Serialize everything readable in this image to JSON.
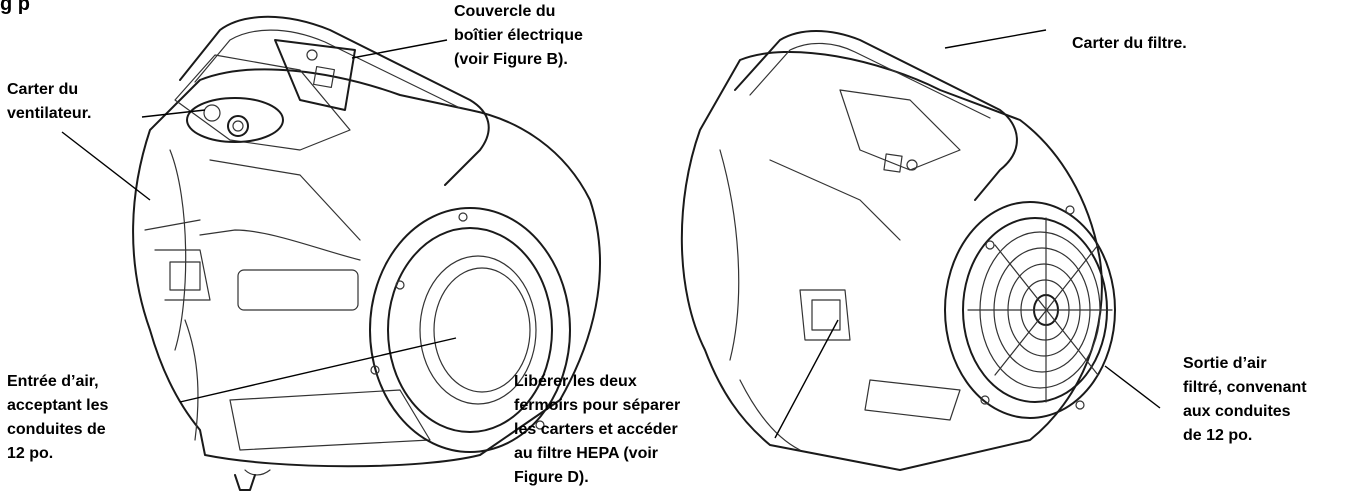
{
  "figure": {
    "heading": "g                                    p",
    "labels": {
      "electrical_cover": [
        "Couvercle du",
        "boîtier électrique",
        "(voir Figure B)."
      ],
      "fan_housing": [
        "Carter du",
        "ventilateur."
      ],
      "air_inlet": [
        "Entrée d’air,",
        "acceptant les",
        "conduites de",
        "12 po."
      ],
      "release_latches": [
        "Libérer les deux",
        "fermoirs pour séparer",
        "les carters et accéder",
        "au filtre HEPA (voir",
        "Figure D)."
      ],
      "filter_housing": [
        "Carter du filtre."
      ],
      "filtered_outlet": [
        "Sortie d’air",
        "filtré, convenant",
        "aux conduites",
        "de 12 po."
      ]
    }
  }
}
